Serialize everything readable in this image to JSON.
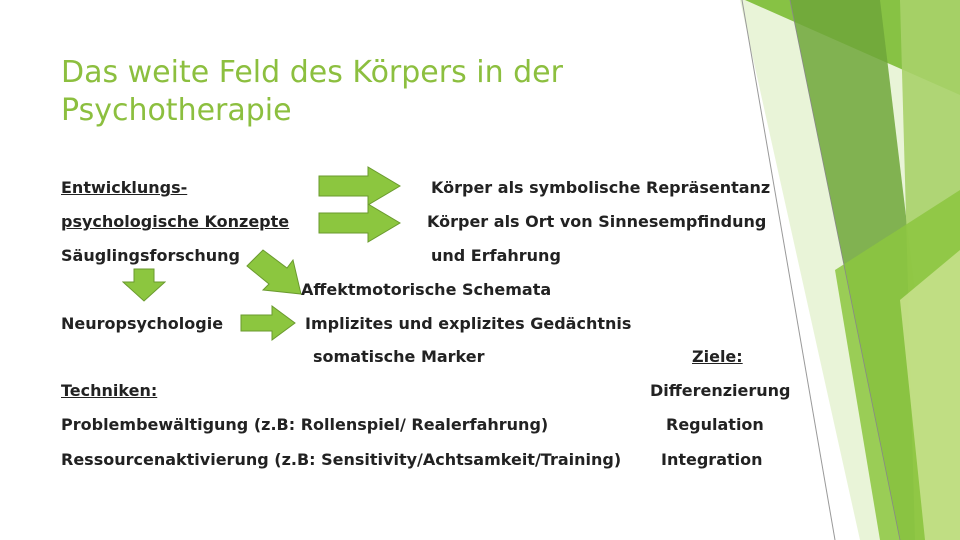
{
  "slide": {
    "title_line1": "Das weite Feld des Körpers in der",
    "title_line2": "Psychotherapie"
  },
  "left": {
    "entwicklung": "Entwicklungs-",
    "konzepte": "psychologische Konzepte",
    "saeugling": "Säuglingsforschung",
    "neuro": "Neuropsychologie"
  },
  "right": {
    "symbolisch": "Körper als symbolische Repräsentanz",
    "sinnesempfindung": "Körper als Ort von Sinnesempfindung",
    "erfahrung": "und Erfahrung",
    "affektmotorisch": "Affektmotorische Schemata",
    "gedaechtnis": "Implizites und explizites Gedächtnis",
    "marker": "somatische Marker"
  },
  "techniken": {
    "heading": "Techniken:",
    "item1": "Problembewältigung (z.B: Rollenspiel/ Realerfahrung)",
    "item2": "Ressourcenaktivierung (z.B: Sensitivity/Achtsamkeit/Training)"
  },
  "ziele": {
    "heading": "Ziele:",
    "item1": "Differenzierung",
    "item2": "Regulation",
    "item3": "Integration"
  },
  "colors": {
    "title": "#8cbf3f",
    "arrow": "#8cc63f",
    "arrow_outline": "#6a9a2e",
    "deco_dark": "#4e8a1e",
    "deco_mid": "#76b82a",
    "deco_light": "#c5e08a"
  }
}
